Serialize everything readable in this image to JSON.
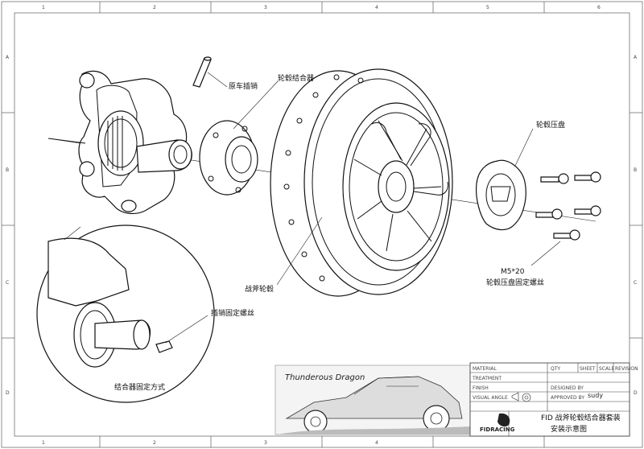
{
  "frame": {
    "columns": [
      "1",
      "2",
      "3",
      "4",
      "5",
      "6"
    ],
    "rows": [
      "A",
      "B",
      "C",
      "D"
    ]
  },
  "labels": {
    "pin": "原车插销",
    "hub_adapter": "轮毂结合器",
    "wheel_clamp": "轮毂压盘",
    "wheel": "战斧轮毂",
    "pin_screw": "插销固定螺丝",
    "bolt_size": "M5*20",
    "clamp_bolts": "轮毂压盘固定螺丝",
    "adapter_method": "结合器固定方式"
  },
  "title_block": {
    "material_label": "MATERIAL",
    "treatment_label": "TREATMENT",
    "finish_label": "FINISH",
    "visual_angle_label": "VISUAL ANGLE",
    "qty_label": "QTY",
    "sheet_label": "SHEET",
    "scale_label": "SCALE",
    "revision_label": "REVISION",
    "designed_by_label": "DESIGNED BY",
    "designer": "sudy",
    "approved_by_label": "APPROVED BY",
    "product_name": "FID 战斧轮毂结合器套装",
    "drawing_name": "安装示意图",
    "brand": "FIDRACING",
    "banner_text": "Thunderous Dragon"
  }
}
